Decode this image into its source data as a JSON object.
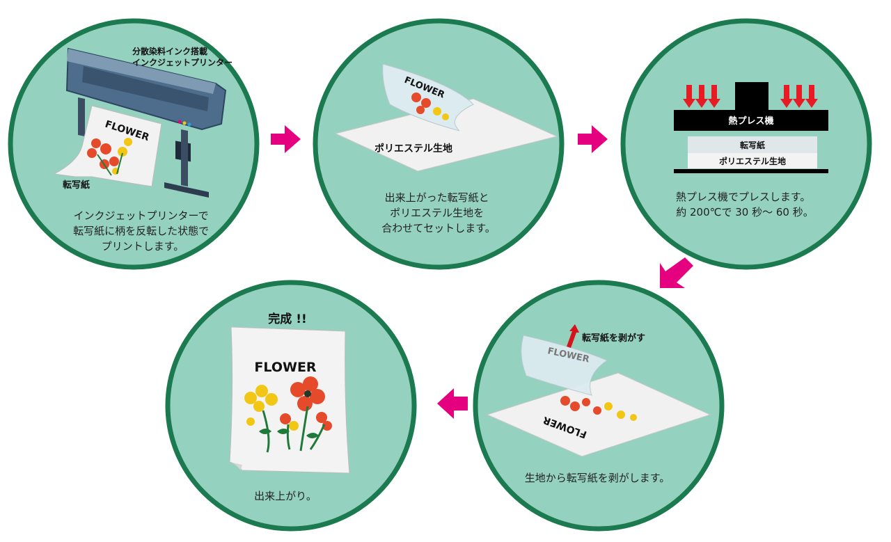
{
  "colors": {
    "circle_fill": "#94d1be",
    "circle_stroke": "#1b7a4f",
    "arrow": "#e5007f",
    "press_black": "#000000",
    "paper": "#f1f1f1",
    "petal_red": "#e54a2b",
    "petal_yellow": "#f2c615",
    "leaf": "#1f7a3a",
    "lift_arrow": "#d4141c"
  },
  "steps": [
    {
      "label_printer": "分散染料インク搭載\nインクジェットプリンター",
      "label_paper": "転写紙",
      "paper_text": "FLOWER",
      "caption": "インクジェットプリンターで\n転写紙に柄を反転した状態で\nプリントします。"
    },
    {
      "label_fabric": "ポリエステル生地",
      "paper_text": "FLOWER",
      "caption": "出来上がった転写紙と\nポリエステル生地を\n合わせてセットします。"
    },
    {
      "label_press": "熱プレス機",
      "label_paper": "転写紙",
      "label_fabric": "ポリエステル生地",
      "caption": "熱プレス機でプレスします。\n約 200℃で 30 秒～ 60 秒。"
    },
    {
      "label_peel": "転写紙を剥がす",
      "paper_text": "FLOWER",
      "caption": "生地から転写紙を剥がします。"
    },
    {
      "label_done": "完成 !!",
      "paper_text": "FLOWER",
      "caption": "出来上がり。"
    }
  ],
  "icons": [
    "printer-icon",
    "arrow-right-icon",
    "arrow-down-left-icon",
    "arrow-left-icon",
    "flower-icon",
    "heat-arrow-icon"
  ]
}
